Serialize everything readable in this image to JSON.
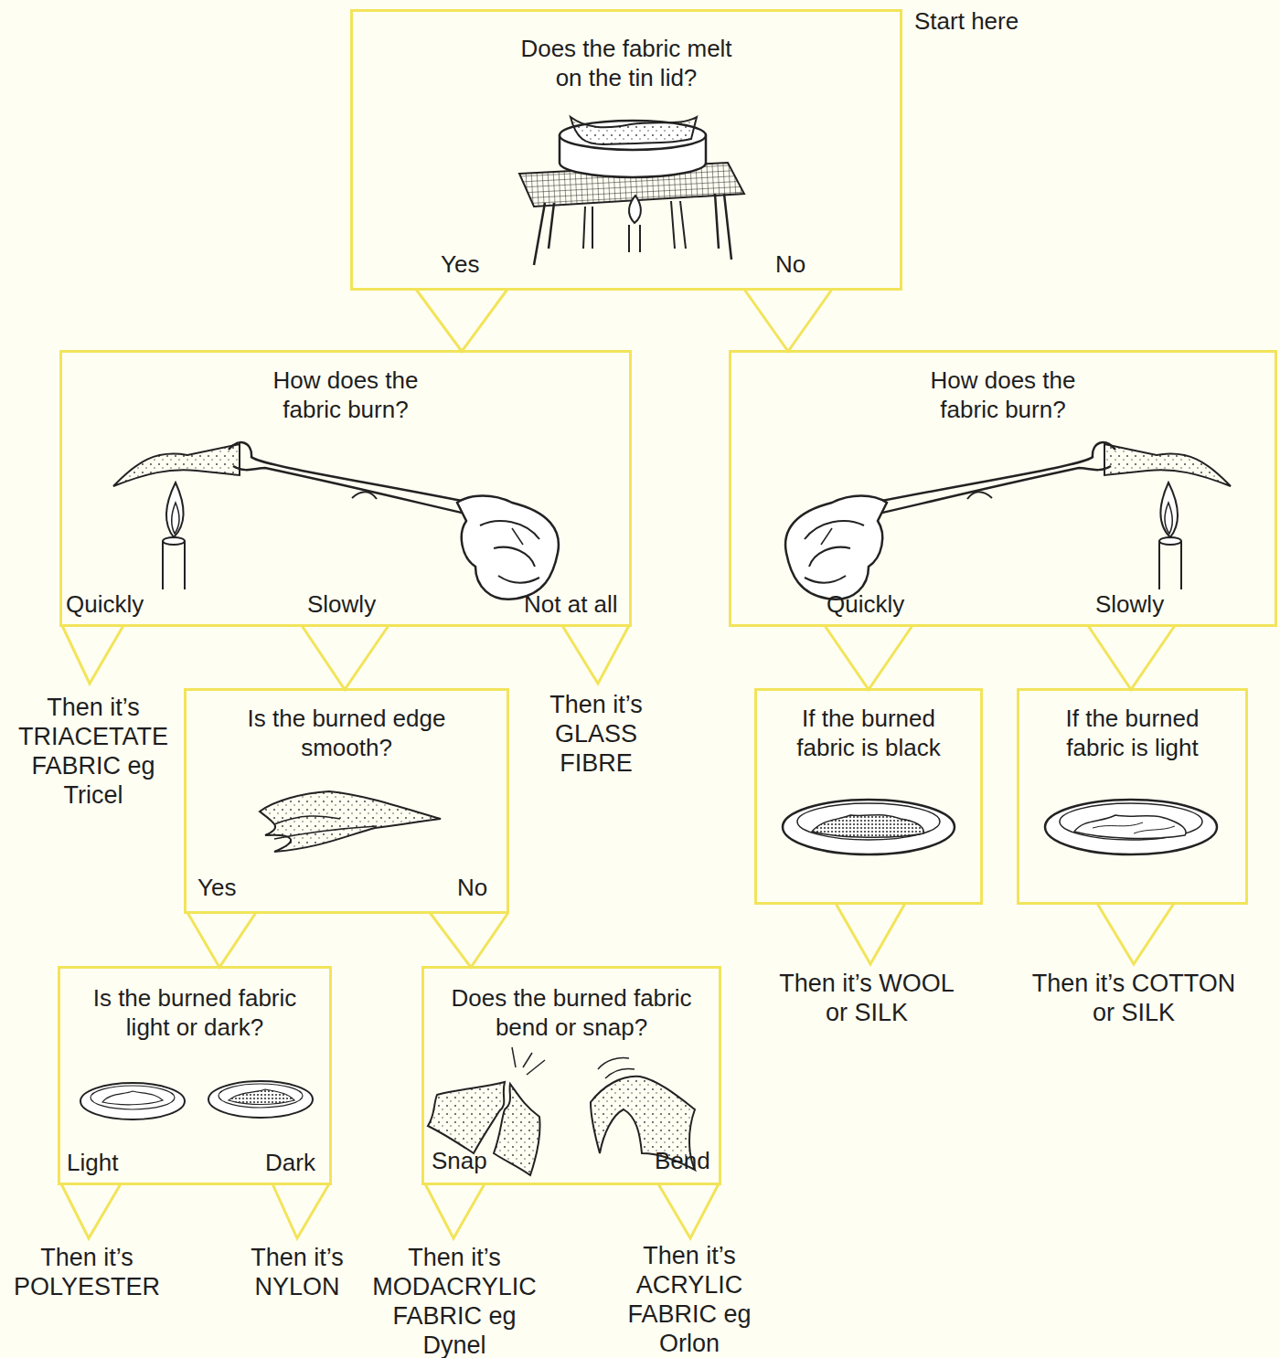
{
  "diagram": {
    "nodes": [
      {
        "text": [
          "Start here",
          "Does the fabric melt on the tin lid?",
          "Yes",
          "No"
        ]
      },
      {
        "text": [
          "How does the fabric burn?",
          "Quickly",
          "Slowly",
          "Not at all"
        ]
      },
      {
        "text": [
          "How does the fabric burn?",
          "Quickly",
          "Slowly"
        ]
      },
      {
        "text": [
          "Is the burned edge smooth?",
          "Yes",
          "No"
        ]
      },
      {
        "text": [
          "If the burned fabric is black"
        ]
      },
      {
        "text": [
          "If the burned fabric is light"
        ]
      },
      {
        "text": [
          "Is the burned fabric light or dark?",
          "Light",
          "Dark"
        ]
      },
      {
        "text": [
          "Does the burned fabric bend or snap?",
          "Snap",
          "Bend"
        ]
      }
    ],
    "edges": [
      {
        "from": 0,
        "to": 1,
        "arrow": "to"
      },
      {
        "from": 0,
        "to": 2,
        "arrow": "to"
      },
      {
        "from": 1,
        "to": 3,
        "arrow": "to"
      },
      {
        "from": 2,
        "to": 4,
        "arrow": "to"
      },
      {
        "from": 2,
        "to": 5,
        "arrow": "to"
      },
      {
        "from": 3,
        "to": 6,
        "arrow": "to"
      },
      {
        "from": 3,
        "to": 7,
        "arrow": "to"
      }
    ],
    "labels": [
      "Then it’s TRIACETATE FABRIC eg Tricel",
      "Then it’s GLASS FIBRE",
      "Then it’s WOOL or SILK",
      "Then it’s COTTON or SILK",
      "Then it’s POLYESTER",
      "Then it’s NYLON",
      "Then it’s MODACRYLIC FABRIC eg Dynel",
      "Then it’s ACRYLIC FABRIC eg Orlon"
    ]
  }
}
